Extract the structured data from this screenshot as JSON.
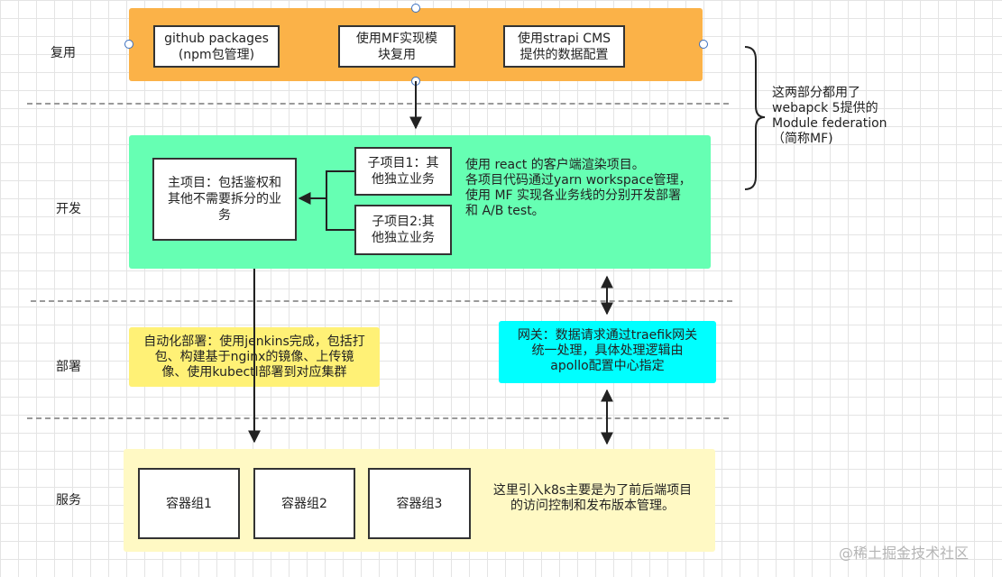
{
  "rows": {
    "reuse": "复用",
    "dev": "开发",
    "deploy": "部署",
    "service": "服务"
  },
  "reuse_panel": {
    "color": "#fbb248",
    "items": [
      "github packages\n(npm包管理)",
      "使用MF实现模\n块复用",
      "使用strapi CMS\n提供的数据配置"
    ]
  },
  "brace_note": "这两部分都用了\nwebapck 5提供的\nModule federation\n（简称MF)",
  "dev_panel": {
    "color": "#66ffb3",
    "main_project": "主项目：包括鉴权和\n其他不需要拆分的业\n务",
    "sub1": "子项目1：其\n他独立业务",
    "sub2": "子项目2:其\n他独立业务",
    "note": "使用 react 的客户端渲染项目。\n各项目代码通过yarn workspace管理，\n使用 MF 实现各业务线的分别开发部署\n和 A/B test。"
  },
  "deploy": {
    "auto_color": "#fff176",
    "auto": "自动化部署：使用jenkins完成，包括打\n包、构建基于nginx的镜像、上传镜\n像、使用kubectl部署到对应集群",
    "gateway_color": "#00ffff",
    "gateway": "网关：数据请求通过traefik网关\n统一处理，具体处理逻辑由\napollo配置中心指定"
  },
  "service_panel": {
    "color": "#fff9c4",
    "containers": [
      "容器组1",
      "容器组2",
      "容器组3"
    ],
    "note": "这里引入k8s主要是为了前后端项目\n的访问控制和发布版本管理。"
  },
  "watermark": "@稀土掘金技术社区"
}
